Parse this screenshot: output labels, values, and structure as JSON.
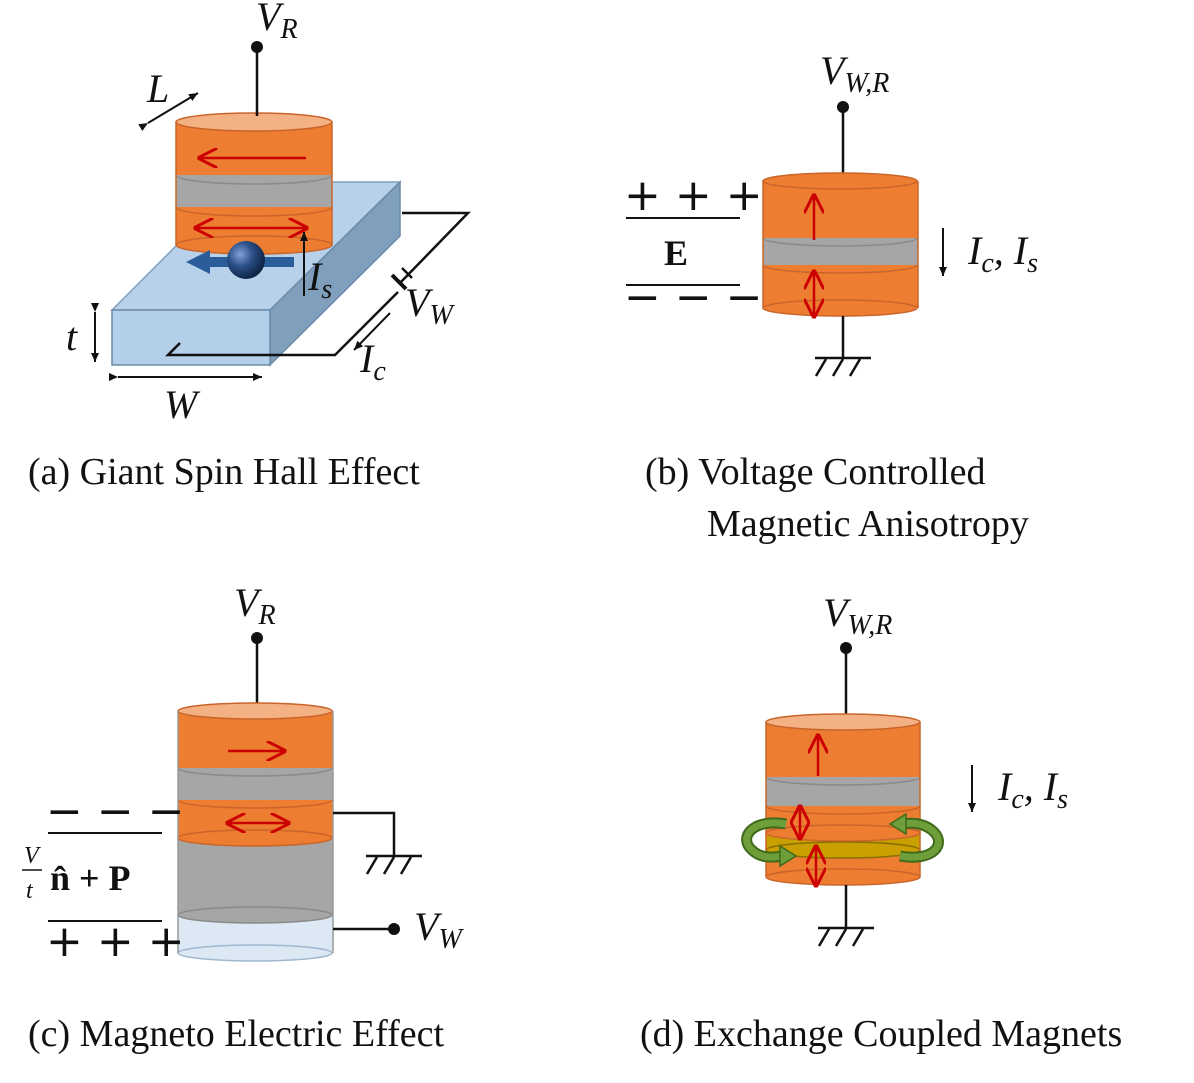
{
  "panels": {
    "a": {
      "caption": "(a) Giant Spin Hall Effect",
      "labels": {
        "vr": "V",
        "vr_sub": "R",
        "length": "L",
        "width": "W",
        "thickness": "t",
        "spin_current": "I",
        "spin_current_sub": "s",
        "write_voltage": "V",
        "write_voltage_sub": "W",
        "charge_current": "I",
        "charge_current_sub": "c"
      }
    },
    "b": {
      "caption_line1": "(b) Voltage Controlled",
      "caption_line2": "Magnetic Anisotropy",
      "labels": {
        "vwr": "V",
        "vwr_sub": "W,R",
        "plus": "+ + +",
        "field": "E",
        "minus": "− − −",
        "ic": "I",
        "ic_sub": "c",
        "comma": ", ",
        "is": "I",
        "is_sub": "s"
      }
    },
    "c": {
      "caption": "(c) Magneto Electric Effect",
      "labels": {
        "vr": "V",
        "vr_sub": "R",
        "minus": "− − −",
        "frac_num": "V",
        "frac_den": "t",
        "formula": "n̂ + P",
        "plus": "+ + +",
        "vw": "V",
        "vw_sub": "W"
      }
    },
    "d": {
      "caption": "(d) Exchange Coupled Magnets",
      "labels": {
        "vwr": "V",
        "vwr_sub": "W,R",
        "ic": "I",
        "ic_sub": "c",
        "comma": ", ",
        "is": "I",
        "is_sub": "s"
      }
    }
  },
  "colors": {
    "magnet": "#ed7d31",
    "magnet_top": "#f4b183",
    "spacer": "#a6a6a6",
    "spin_hall_slab": "#b4cfe9",
    "piezo_layer": "#dce9f5",
    "coupling_layer": "#c9a000",
    "spin_arrow": "#cc0000",
    "curl_arrow": "#5a8a2a"
  }
}
